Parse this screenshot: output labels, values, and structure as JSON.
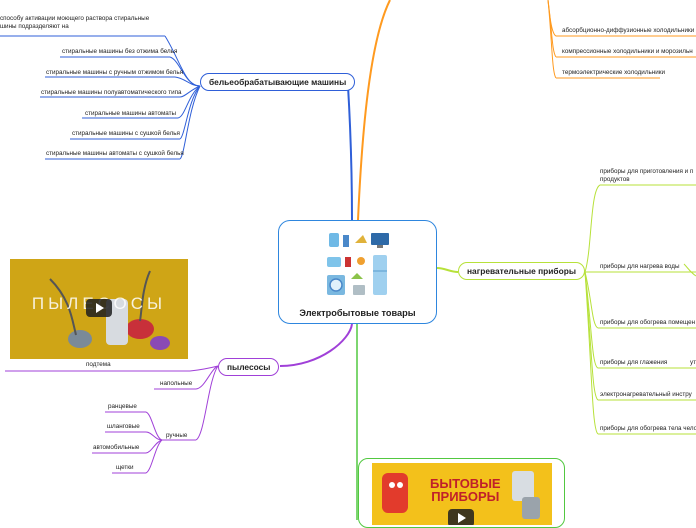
{
  "central": {
    "title": "Электробытовые товары"
  },
  "branches": {
    "laundry": {
      "title": "бельеобрабатывающие машины",
      "intro": [
        "способу активации моющего раствора стиральные",
        "шины подразделяют на"
      ],
      "items": [
        "стиральные машины без отжима белья",
        "стиральные машины с ручным отжимом белья",
        "стиральные машины полуавтоматического типа",
        "стиральные машины автоматы",
        "стиральные машины с сушкой белья",
        "стиральные машины автоматы с сушкой белья"
      ]
    },
    "fridges": {
      "items": [
        "абсорбционно-диффузионные холодильники",
        "компрессионные холодильники и морозильн",
        "термоэлектрические холодильники"
      ]
    },
    "heating": {
      "title": "нагревательные приборы",
      "items": [
        "приборы для приготовления и п",
        "продуктов",
        "приборы для нагрева воды",
        "приборы для обогрева помещен",
        "приборы для глажения",
        "ут",
        "электронагревательный инстру",
        "приборы для обогрева тела чело"
      ]
    },
    "vacuum": {
      "title": "пылесосы",
      "video_caption": "подтема",
      "video_text": "ПЫЛЕСОСЫ",
      "floor": "напольные",
      "manual": "ручные",
      "manual_items": [
        "ранцевые",
        "шланговые",
        "автомобильные",
        "щетки"
      ]
    },
    "bottom": {
      "video_text_1": "БЫТОВЫЕ",
      "video_text_2": "ПРИБОРЫ"
    }
  },
  "colors": {
    "laundry": "#2f5fd8",
    "fridges": "#ff9a1f",
    "heating": "#b7e13a",
    "vacuum": "#a040d8",
    "bottom": "#52c840",
    "central_border": "#2e86de"
  }
}
